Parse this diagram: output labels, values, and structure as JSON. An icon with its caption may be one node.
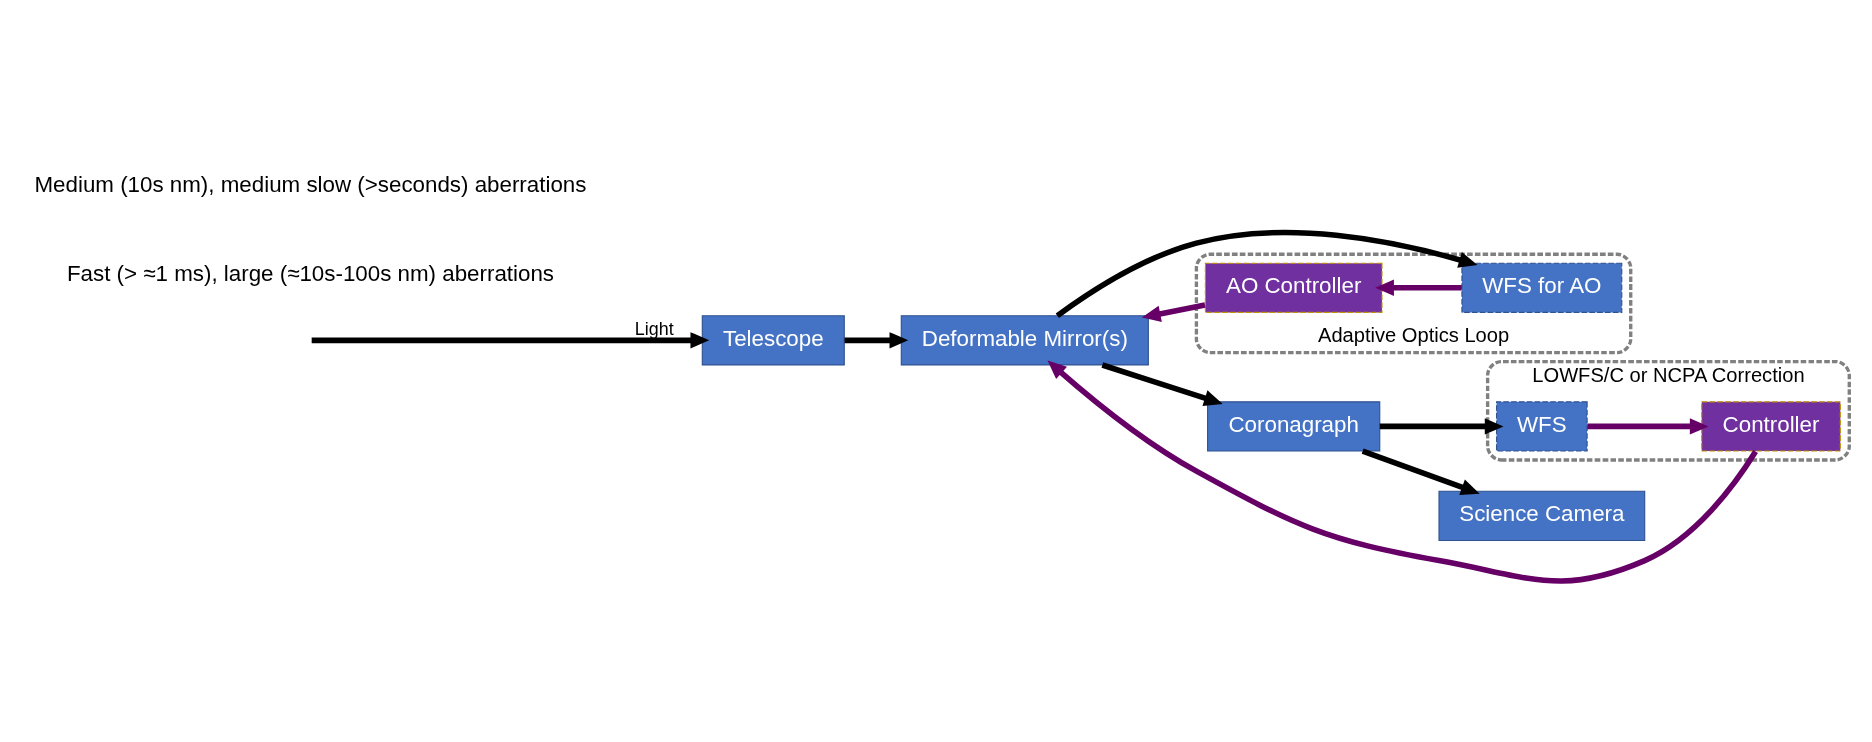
{
  "diagram": {
    "nodes": [
      {
        "text": [
          "Telescope"
        ]
      },
      {
        "text": [
          "Deformable Mirror(s)"
        ]
      },
      {
        "text": [
          "Coronagraph"
        ]
      },
      {
        "text": [
          "Science Camera"
        ]
      },
      {
        "text": [
          "Adaptive Optics Loop"
        ]
      },
      {
        "text": [
          "AO Controller"
        ],
        "in": 4
      },
      {
        "text": [
          "WFS for AO"
        ],
        "in": 4
      },
      {
        "text": [
          "LOWFS/C or NCPA Correction"
        ]
      },
      {
        "text": [
          "WFS"
        ],
        "in": 7
      },
      {
        "text": [
          "Controller"
        ],
        "in": 7
      }
    ],
    "edges": [
      {
        "from": null,
        "to": 0,
        "arrow": "to",
        "label": "Light"
      },
      {
        "from": 0,
        "to": 1,
        "arrow": "to"
      },
      {
        "from": 1,
        "to": 2,
        "arrow": "to"
      },
      {
        "from": 1,
        "to": 6,
        "arrow": "to"
      },
      {
        "from": 2,
        "to": 3,
        "arrow": "to"
      },
      {
        "from": 2,
        "to": 8,
        "arrow": "to"
      },
      {
        "from": 6,
        "to": 5,
        "arrow": "to",
        "color": "#660066"
      },
      {
        "from": 5,
        "to": 1,
        "arrow": "to",
        "color": "#660066"
      },
      {
        "from": 8,
        "to": 9,
        "arrow": "to",
        "color": "#660066"
      },
      {
        "from": 9,
        "to": 1,
        "arrow": "to",
        "color": "#660066"
      }
    ],
    "labels": [
      "Fast (> ≈1 ms), large (≈10s-100s nm) aberrations",
      "Medium (10s nm), medium slow (>seconds) aberrations"
    ]
  }
}
